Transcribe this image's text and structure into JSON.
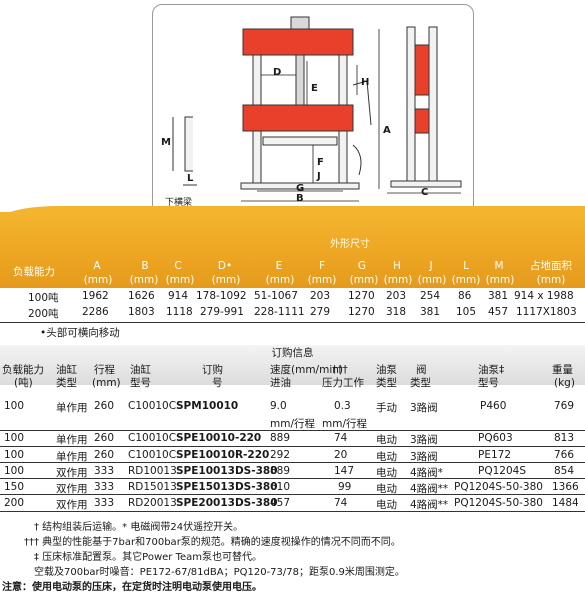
{
  "diagram": {
    "caption": "下横梁",
    "dims": [
      "D",
      "E",
      "H",
      "A",
      "F",
      "J",
      "G",
      "B",
      "C",
      "M",
      "L"
    ]
  },
  "spec_table": {
    "group_header": "外形尺寸",
    "headers": [
      {
        "label": "负载能力"
      },
      {
        "label": "A",
        "unit": "(mm)"
      },
      {
        "label": "B",
        "unit": "(mm)"
      },
      {
        "label": "C",
        "unit": "(mm)"
      },
      {
        "label": "D•",
        "unit": "(mm)"
      },
      {
        "label": "E",
        "unit": "(mm)"
      },
      {
        "label": "F",
        "unit": "(mm)"
      },
      {
        "label": "G",
        "unit": "(mm)"
      },
      {
        "label": "H",
        "unit": "(mm)"
      },
      {
        "label": "J",
        "unit": "(mm)"
      },
      {
        "label": "L",
        "unit": "(mm)"
      },
      {
        "label": "M",
        "unit": "(mm)"
      },
      {
        "label": "占地面积",
        "unit": "(mm)"
      }
    ],
    "rows": [
      [
        "100吨",
        "1962",
        "1626",
        "914",
        "178-1092",
        "51-1067",
        "203",
        "1270",
        "203",
        "254",
        "86",
        "381",
        "914 x 1988"
      ],
      [
        "200吨",
        "2286",
        "1803",
        "1118",
        "279-991",
        "228-1111",
        "279",
        "1270",
        "318",
        "381",
        "105",
        "457",
        "1117X1803"
      ]
    ],
    "note": "•头部可横向移动"
  },
  "order_table": {
    "title": "订购信息",
    "headers": [
      [
        "负载能力",
        "(吨)"
      ],
      [
        "油缸",
        "类型"
      ],
      [
        "行程",
        "(mm)"
      ],
      [
        "油缸",
        "型号"
      ],
      [
        "订购",
        "号"
      ],
      [
        "速度(mm/min)",
        "进油"
      ],
      [
        "†††",
        "压力工作"
      ],
      [
        "油泵",
        "类型"
      ],
      [
        "阀",
        "类型"
      ],
      [
        "油泵‡",
        "型号"
      ],
      [
        "重量",
        "(kg)"
      ]
    ],
    "rows": [
      [
        "100",
        "单作用",
        "260",
        "C10010C",
        "SPM10010",
        "9.0",
        "0.3",
        "手动",
        "3路阀",
        "P460",
        "769"
      ],
      [
        "",
        "",
        "",
        "",
        "",
        "mm/行程",
        "mm/行程",
        "",
        "",
        "",
        ""
      ],
      [
        "100",
        "单作用",
        "260",
        "C10010C",
        "SPE10010-220",
        "889",
        "74",
        "电动",
        "3路阀",
        "PQ603",
        "813"
      ],
      [
        "100",
        "单作用",
        "260",
        "C10010C",
        "SPE10010R-220",
        "292",
        "20",
        "电动",
        "3路阀",
        "PE172",
        "766"
      ],
      [
        "100",
        "双作用",
        "333",
        "RD10013",
        "SPE10013DS-380",
        "889",
        "147",
        "电动",
        "4路阀*",
        "PQ1204S",
        "854"
      ],
      [
        "150",
        "双作用",
        "333",
        "RD15013",
        "SPE15013DS-380",
        "610",
        "99",
        "电动",
        "4路阀**",
        "PQ1204S-50-380",
        "1366"
      ],
      [
        "200",
        "双作用",
        "333",
        "RD20013",
        "SPE20013DS-380",
        "457",
        "74",
        "电动",
        "4路阀**",
        "PQ1204S-50-380",
        "1484"
      ]
    ]
  },
  "footnotes": [
    "† 结构组装后运输。* 电磁阀带24伏遥控开关。",
    "††† 典型的性能基于7bar和700bar泵的规范。精确的速度视操作的情况不同而不同。",
    "‡ 压床标准配置泵。其它Power Team泵也可替代。",
    "空载及700bar时噪音：PE172-67/81dBA；PQ120-73/78；距泵0.9米周围测定。",
    "注意：使用电动泵的压床，在定货时注明电动泵使用电压。"
  ],
  "colors": {
    "frame_red": "#e8402a",
    "orange": "#eda623",
    "gray": "#dcdcdc"
  }
}
